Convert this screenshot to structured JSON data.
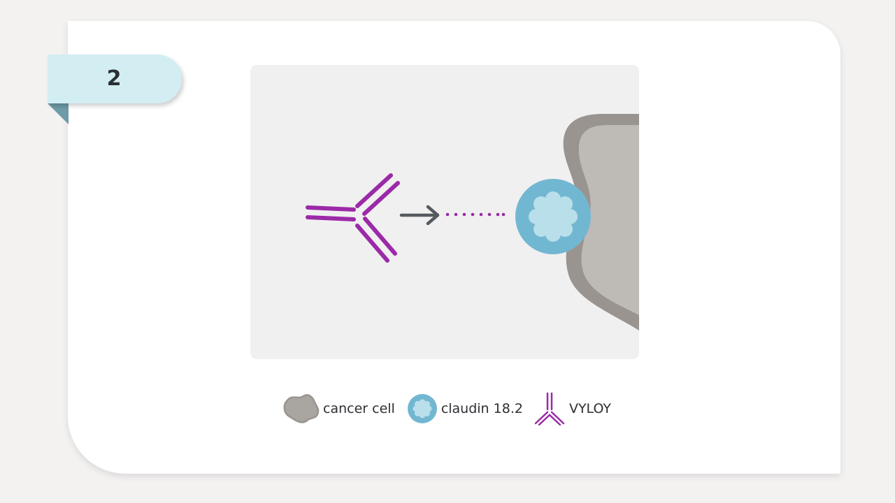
{
  "step": {
    "number": "2"
  },
  "diagram": {
    "elements": [
      {
        "name": "VYLOY antibody",
        "color": "#9b2aa8"
      },
      {
        "name": "arrow",
        "color": "#555a5e"
      },
      {
        "name": "dotted binding path",
        "color": "#9b2aa8"
      },
      {
        "name": "claudin 18.2 protein",
        "color": "#72b7d2"
      },
      {
        "name": "cancer cell",
        "color": "#a7a39f"
      }
    ]
  },
  "legend": {
    "items": [
      {
        "label": "cancer cell",
        "icon": "cancer-cell-icon"
      },
      {
        "label": "claudin 18.2",
        "icon": "claudin-icon"
      },
      {
        "label": "VYLOY",
        "icon": "antibody-icon"
      }
    ]
  },
  "colors": {
    "background": "#f3f2f1",
    "card": "#ffffff",
    "tab": "#d3eef3",
    "tab_fold": "#6f9ba8",
    "panel": "#f0f0f0",
    "antibody": "#9b2aa8",
    "arrow": "#555a5e",
    "claudin_outer": "#72b7d2",
    "claudin_inner": "#b9dfea",
    "cell_outer": "#99948f",
    "cell_inner": "#bebab5"
  }
}
